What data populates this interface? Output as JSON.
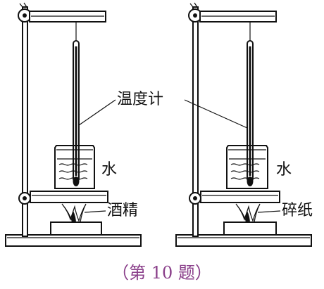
{
  "labels": {
    "thermometer": "温度计",
    "water_left": "水",
    "water_right": "水",
    "fuel_left": "酒精",
    "fuel_right": "碎纸",
    "caption": "（第 10 题）"
  }
}
